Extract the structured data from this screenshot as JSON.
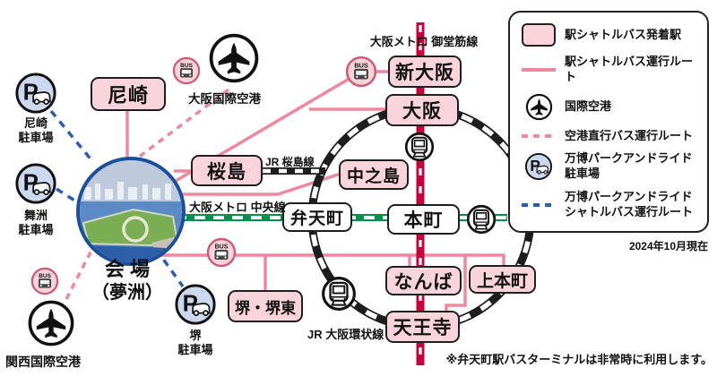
{
  "legend": {
    "station_box_label": "駅シャトルバス発着駅",
    "shuttle_route_label": "駅シャトルバス運行ルート",
    "airport_label": "国際空港",
    "airport_bus_route_label": "空港直行バス運行ルート",
    "parkride_parking_line1": "万博パークアンドライド",
    "parkride_parking_line2": "駐車場",
    "parkride_route_line1": "万博パークアンドライド",
    "parkride_route_line2": "シャトルバス運行ルート",
    "as_of": "2024年10月現在"
  },
  "venue": {
    "name_line1": "会 場",
    "name_line2": "（夢洲）"
  },
  "stations": {
    "amagasaki": "尼崎",
    "shin_osaka": "新大阪",
    "osaka": "大阪",
    "sakurajima": "桜島",
    "nakanoshima": "中之島",
    "bentencho": "弁天町",
    "hommachi": "本町",
    "namba": "なんば",
    "uehommachi": "上本町",
    "tennoji": "天王寺",
    "sakai_sakaihigashi": "堺・堺東"
  },
  "airports": {
    "itami": "大阪国際空港",
    "kansai": "関西国際空港"
  },
  "parkings": {
    "amagasaki": {
      "line1": "尼崎",
      "line2": "駐車場"
    },
    "maishima": {
      "line1": "舞洲",
      "line2": "駐車場"
    },
    "sakai": {
      "line1": "堺",
      "line2": "駐車場"
    }
  },
  "rail_lines": {
    "midosuji": "大阪メトロ 御堂筋線",
    "chuo": "大阪メトロ 中央線",
    "jr_sakurajima": "JR 桜島線",
    "jr_loop": "JR 大阪環状線"
  },
  "note": "※弁天町駅バスターミナルは非常時に利用します。",
  "icons": {
    "bus_label": "BUS",
    "parking_letter": "P",
    "airport_icon": "airplane-in-circle",
    "bus_stop_icon": "bus-in-circle",
    "parking_icon": "p-with-car-in-circle",
    "train_icon": "train-in-circle"
  },
  "colors": {
    "shuttle_pink": "#f0879e",
    "station_fill": "#f9d4da",
    "parkride_blue": "#2b5cb8",
    "midosuji_red": "#c8003c",
    "chuo_green": "#00914b",
    "jr_black": "#1d1d1d"
  }
}
